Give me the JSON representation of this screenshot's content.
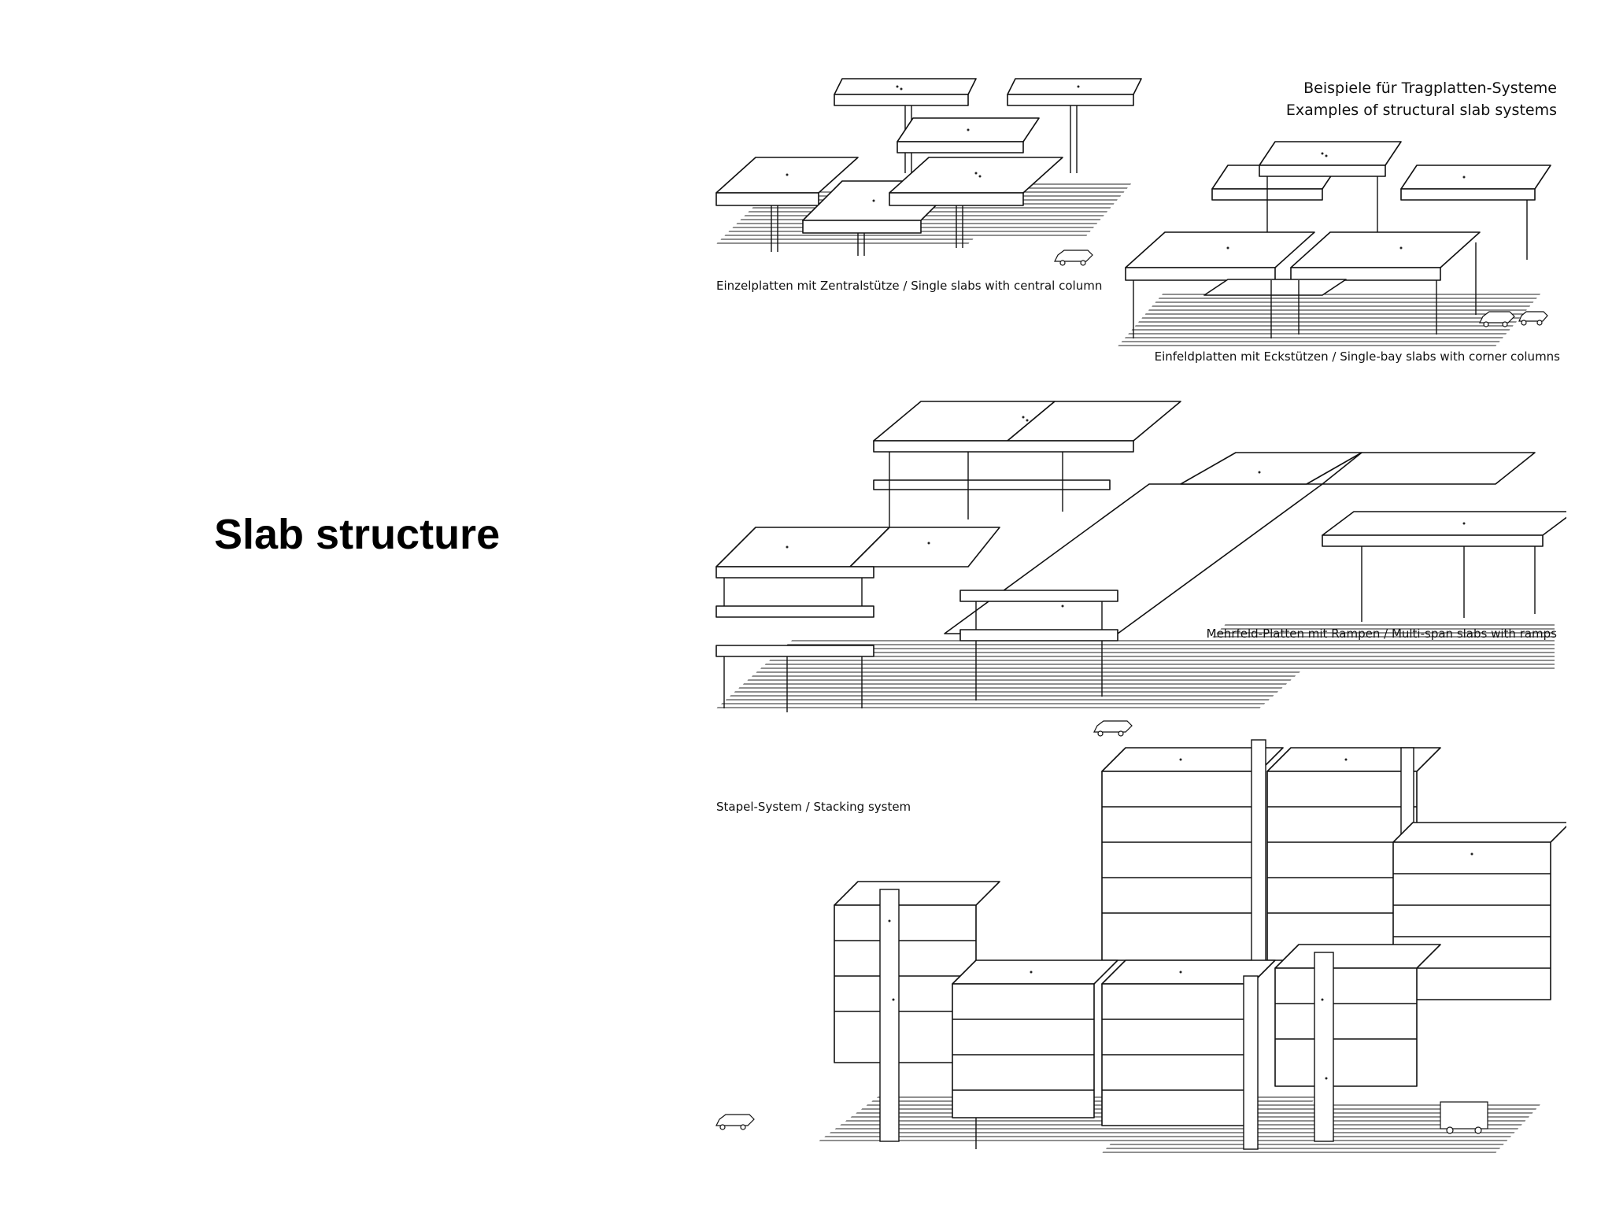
{
  "slide": {
    "title": "Slab structure"
  },
  "figure": {
    "header_de": "Beispiele für Tragplatten-Systeme",
    "header_en": "Examples of structural slab systems",
    "captions": {
      "single_slabs": "Einzelplatten mit Zentralstütze  /  Single slabs with central column",
      "single_bay": "Einfeldplatten mit Eckstützen  /  Single-bay slabs with corner columns",
      "multi_span": "Mehrfeld-Platten mit Rampen  /  Multi-span slabs with ramps",
      "stacking": "Stapel-System  /  Stacking system"
    }
  }
}
